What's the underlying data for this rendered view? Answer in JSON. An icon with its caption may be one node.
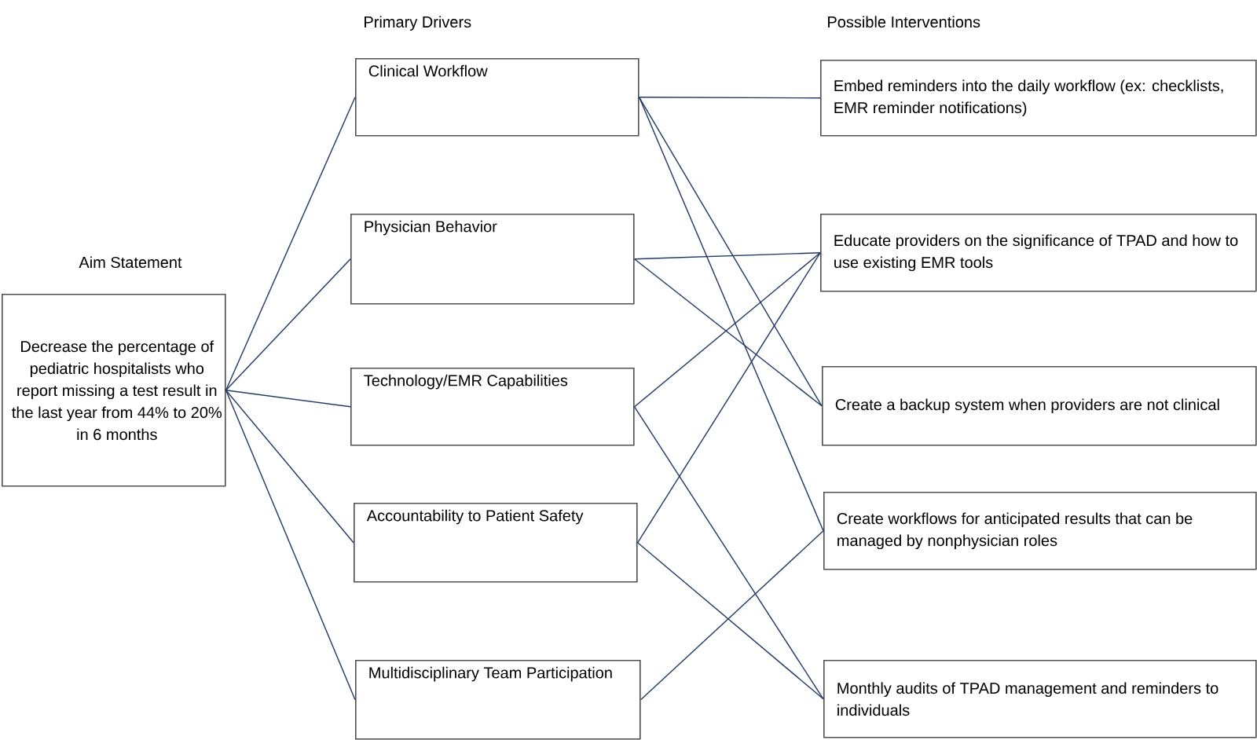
{
  "diagram": {
    "nodes": [
      {
        "text": [
          "Decrease the percentage of pediatric hospitalists who report missing a test result in the last year from 44% to 20% in 6 months"
        ]
      },
      {
        "text": [
          "Clinical Workflow"
        ]
      },
      {
        "text": [
          "Physician Behavior"
        ]
      },
      {
        "text": [
          "Technology/EMR Capabilities"
        ]
      },
      {
        "text": [
          "Accountability to Patient Safety"
        ]
      },
      {
        "text": [
          "Multidisciplinary Team Participation"
        ]
      },
      {
        "text": [
          "Embed reminders into the daily workflow (ex: checklists, EMR reminder notifications)"
        ]
      },
      {
        "text": [
          "Educate providers on the significance of TPAD and how to use existing EMR tools"
        ]
      },
      {
        "text": [
          "Create a backup system when providers are not clinical"
        ]
      },
      {
        "text": [
          "Create workflows for anticipated results that can be managed by nonphysician roles"
        ]
      },
      {
        "text": [
          "Monthly audits of TPAD management and reminders to individuals"
        ]
      }
    ],
    "edges": [
      {
        "from": 0,
        "to": 1,
        "arrow": "none"
      },
      {
        "from": 0,
        "to": 2,
        "arrow": "none"
      },
      {
        "from": 0,
        "to": 3,
        "arrow": "none"
      },
      {
        "from": 0,
        "to": 4,
        "arrow": "none"
      },
      {
        "from": 0,
        "to": 5,
        "arrow": "none"
      },
      {
        "from": 1,
        "to": 6,
        "arrow": "none"
      },
      {
        "from": 1,
        "to": 8,
        "arrow": "none"
      },
      {
        "from": 1,
        "to": 9,
        "arrow": "none"
      },
      {
        "from": 2,
        "to": 7,
        "arrow": "none"
      },
      {
        "from": 2,
        "to": 8,
        "arrow": "none"
      },
      {
        "from": 3,
        "to": 7,
        "arrow": "none"
      },
      {
        "from": 3,
        "to": 10,
        "arrow": "none"
      },
      {
        "from": 4,
        "to": 7,
        "arrow": "none"
      },
      {
        "from": 4,
        "to": 10,
        "arrow": "none"
      },
      {
        "from": 5,
        "to": 9,
        "arrow": "none"
      }
    ],
    "labels": [
      "Primary Drivers",
      "Possible Interventions",
      "Aim Statement"
    ]
  }
}
